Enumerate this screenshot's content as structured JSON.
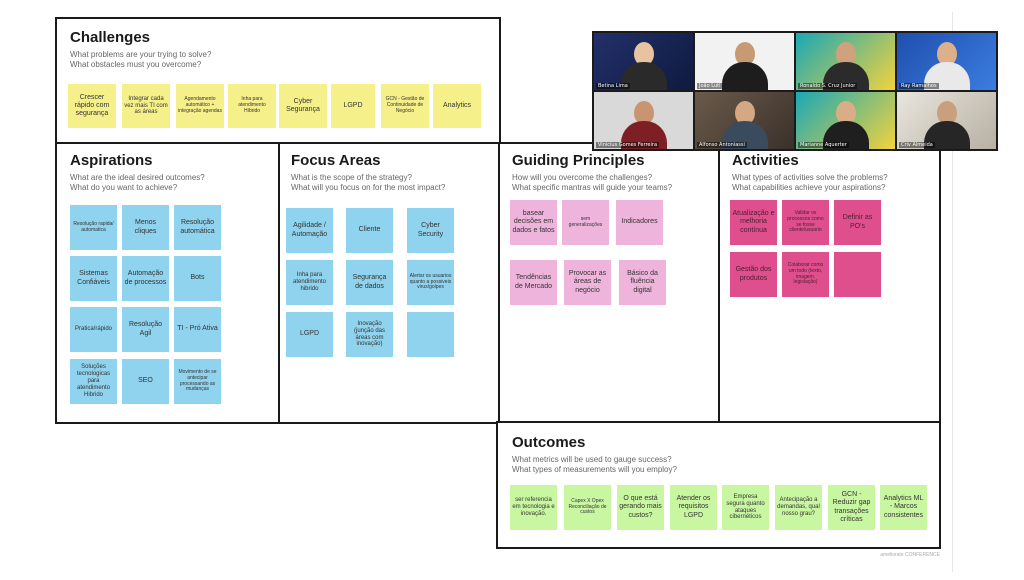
{
  "challenges": {
    "title": "Challenges",
    "subtitle": "What problems are your trying to solve?\nWhat obstacles must you overcome?",
    "notes": [
      "Crescer rápido com segurança",
      "Integrar cada vez mais TI com as áreas",
      "Agendamento automático + integração agendas",
      "Inha para atendimento Híbrido",
      "Cyber Segurança",
      "LGPD",
      "GCN - Gestão de Continuidade de Negócio",
      "Analytics"
    ]
  },
  "aspirations": {
    "title": "Aspirations",
    "subtitle": "What are the ideal desired outcomes?\nWhat do you want to achieve?",
    "notes": [
      "Resolução rapida/ automatica",
      "Menos cliques",
      "Resolução automática",
      "Sistemas Confiáveis",
      "Automação de processos",
      "Bots",
      "Pratica/rápido",
      "Resolução Agil",
      "TI - Pró Ativa",
      "Soluções tecnologicas para atendimento Hibrido",
      "SEO",
      "Movimento de se antecipar processando as mudanças"
    ]
  },
  "focus": {
    "title": "Focus Areas",
    "subtitle": "What is the scope of the strategy?\nWhat will you focus on for the most impact?",
    "notes": [
      "Agilidade / Automação",
      "Cliente",
      "Cyber Security",
      "Inha para atendimento hibrido",
      "Segurança de dados",
      "Alertar os usuarios quanto a possiveis virus/golpes",
      "LGPD",
      "Inovação (junção das áreas com inovação)",
      ""
    ]
  },
  "guiding": {
    "title": "Guiding Principles",
    "subtitle": "How will you overcome the challenges?\nWhat specific mantras will guide your teams?",
    "notes": [
      "basear decisões em dados e fatos",
      "sem generalizações",
      "Indicadores",
      "Tendências de Mercado",
      "Provocar as áreas de negócio",
      "Básico da fluência digital"
    ]
  },
  "activities": {
    "title": "Activities",
    "subtitle": "What types of activities solve the problems?\nWhat capabilities achieve your aspirations?",
    "notes": [
      "Atualização e melhoria contínua",
      "Validar os processos como se fosse cliente/usuario",
      "Definir as PO's",
      "Gestão dos produtos",
      "Colaborar como um todo (texto, imagem, legislação)",
      ""
    ]
  },
  "outcomes": {
    "title": "Outcomes",
    "subtitle": "What metrics will be used to gauge success?\nWhat types of measurements will you employ?",
    "notes": [
      "ser referencia em tecnologia e inovação.",
      "Capex X Opex Reconciliação de custos",
      "O que está gerando mais custos?",
      "Atender os requisitos LGPD",
      "Empresa segura quanto ataques cibernéticos",
      "Antecipação a demandas, qual nosso grau?",
      "GCN - Reduzir gap transações críticas",
      "Analytics ML - Marcos consistentes"
    ]
  },
  "video": {
    "participants": [
      "Betina Lima",
      "João Luti",
      "Ronaldo S. Cruz Junior",
      "Ray Ramalhos",
      "Vinicius Gomes Ferreira",
      "Alfonso Antoniassi",
      "Marianne Aquerter",
      "Criv Almeida"
    ]
  },
  "footer": {
    "mark": "ameliorate CONFERENCE"
  },
  "colors": {
    "yellow": "#f6f08a",
    "blue": "#8fd3ee",
    "pink": "#eeb4dc",
    "magenta": "#df4f8d",
    "green": "#c9f7a1",
    "border": "#1a1a1a"
  }
}
